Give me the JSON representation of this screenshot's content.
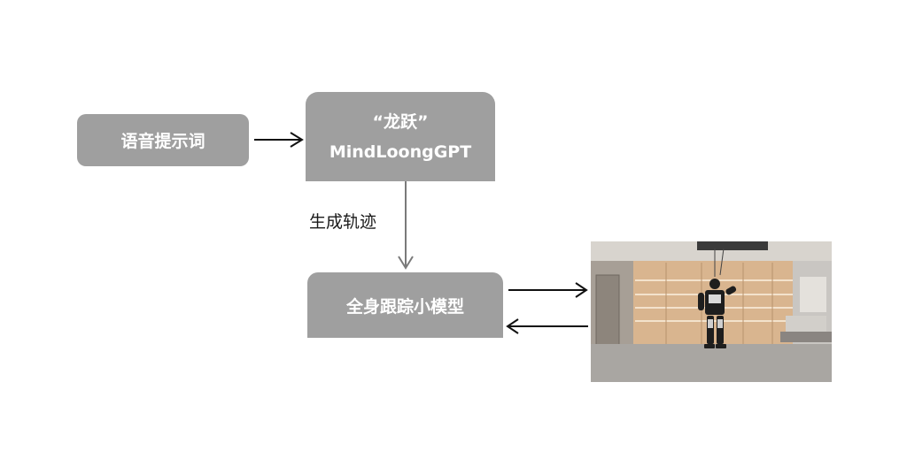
{
  "diagram": {
    "nodes": {
      "prompt": {
        "label": "语音提示词"
      },
      "gpt": {
        "line1": "“龙跃”",
        "line2": "MindLoongGPT"
      },
      "tracker": {
        "label": "全身跟踪小模型"
      }
    },
    "edges": {
      "gpt_to_tracker": {
        "label": "生成轨迹"
      }
    },
    "colors": {
      "box_fill": "#9f9f9f",
      "box_text": "#ffffff",
      "arrow": "#000000"
    }
  }
}
